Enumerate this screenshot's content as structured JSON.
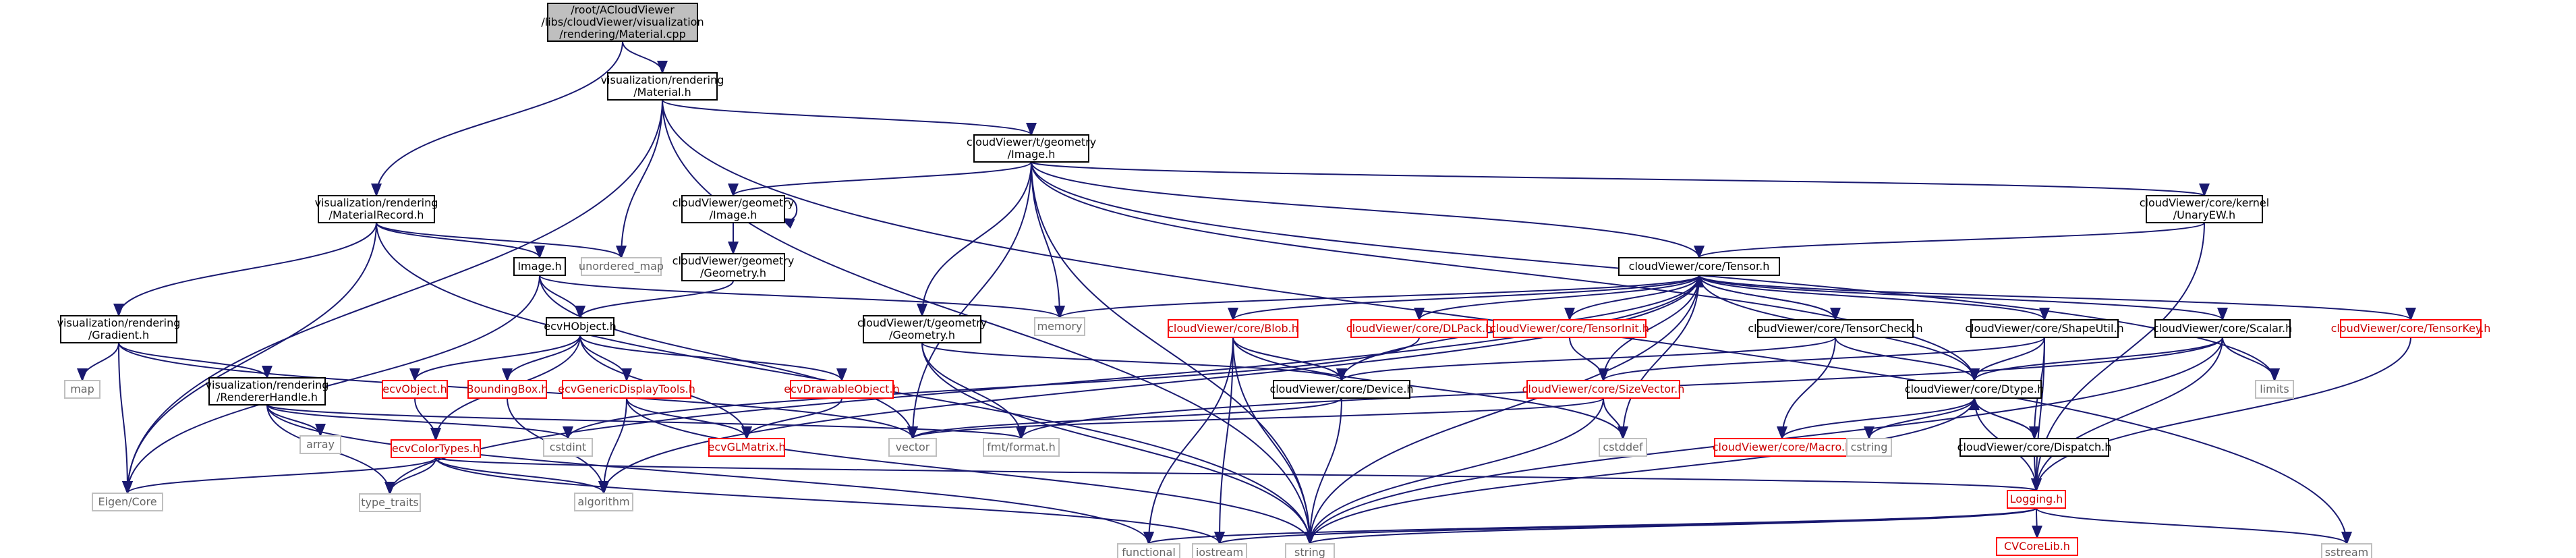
{
  "colors": {
    "edge": "#191970",
    "node_border_normal": "#000000",
    "node_border_missing": "#bfbfbf",
    "node_border_truncated": "#ff0000",
    "node_fill_root": "#bfbfbf",
    "node_fill": "#ffffff",
    "text_normal": "#000000",
    "text_missing": "#666666",
    "text_truncated": "#cc0000"
  },
  "nodes": [
    {
      "id": "root",
      "lines": [
        "/root/ACloudViewer",
        "/libs/cloudViewer/visualization",
        "/rendering/Material.cpp"
      ],
      "style": "root"
    },
    {
      "id": "material_h",
      "lines": [
        "visualization/rendering",
        "/Material.h"
      ],
      "style": "normal"
    },
    {
      "id": "materialrecord_h",
      "lines": [
        "visualization/rendering",
        "/MaterialRecord.h"
      ],
      "style": "normal"
    },
    {
      "id": "tgeom_image_h",
      "lines": [
        "cloudViewer/t/geometry",
        "/Image.h"
      ],
      "style": "normal"
    },
    {
      "id": "geom_image_h",
      "lines": [
        "cloudViewer/geometry",
        "/Image.h"
      ],
      "style": "normal"
    },
    {
      "id": "geom_geometry_h",
      "lines": [
        "cloudViewer/geometry",
        "/Geometry.h"
      ],
      "style": "normal"
    },
    {
      "id": "image_h",
      "lines": [
        "Image.h"
      ],
      "style": "normal"
    },
    {
      "id": "unordered_map",
      "lines": [
        "unordered_map"
      ],
      "style": "missing"
    },
    {
      "id": "memory",
      "lines": [
        "memory"
      ],
      "style": "missing"
    },
    {
      "id": "tensor_h",
      "lines": [
        "cloudViewer/core/Tensor.h"
      ],
      "style": "normal"
    },
    {
      "id": "unaryew_h",
      "lines": [
        "cloudViewer/core/kernel",
        "/UnaryEW.h"
      ],
      "style": "normal"
    },
    {
      "id": "gradient_h",
      "lines": [
        "visualization/rendering",
        "/Gradient.h"
      ],
      "style": "normal"
    },
    {
      "id": "renderhandle_h",
      "lines": [
        "visualization/rendering",
        "/RendererHandle.h"
      ],
      "style": "normal"
    },
    {
      "id": "map",
      "lines": [
        "map"
      ],
      "style": "missing"
    },
    {
      "id": "array",
      "lines": [
        "array"
      ],
      "style": "missing"
    },
    {
      "id": "ecvhobject_h",
      "lines": [
        "ecvHObject.h"
      ],
      "style": "normal"
    },
    {
      "id": "tgeom_geometry_h",
      "lines": [
        "cloudViewer/t/geometry",
        "/Geometry.h"
      ],
      "style": "normal"
    },
    {
      "id": "ecvobject_h",
      "lines": [
        "ecvObject.h"
      ],
      "style": "truncated"
    },
    {
      "id": "boundingbox_h",
      "lines": [
        "BoundingBox.h"
      ],
      "style": "truncated"
    },
    {
      "id": "ecvgenericdisplaytools_h",
      "lines": [
        "ecvGenericDisplayTools.h"
      ],
      "style": "truncated"
    },
    {
      "id": "ecvdrawableobject_h",
      "lines": [
        "ecvDrawableObject.h"
      ],
      "style": "truncated"
    },
    {
      "id": "ecvcolortypes_h",
      "lines": [
        "ecvColorTypes.h"
      ],
      "style": "truncated"
    },
    {
      "id": "ecvglmatrix_h",
      "lines": [
        "ecvGLMatrix.h"
      ],
      "style": "truncated"
    },
    {
      "id": "cstdint",
      "lines": [
        "cstdint"
      ],
      "style": "missing"
    },
    {
      "id": "vector",
      "lines": [
        "vector"
      ],
      "style": "missing"
    },
    {
      "id": "fmt_format_h",
      "lines": [
        "fmt/format.h"
      ],
      "style": "missing"
    },
    {
      "id": "type_traits",
      "lines": [
        "type_traits"
      ],
      "style": "missing"
    },
    {
      "id": "algorithm",
      "lines": [
        "algorithm"
      ],
      "style": "missing"
    },
    {
      "id": "eigen_core",
      "lines": [
        "Eigen/Core"
      ],
      "style": "missing"
    },
    {
      "id": "functional",
      "lines": [
        "functional"
      ],
      "style": "missing"
    },
    {
      "id": "iostream",
      "lines": [
        "iostream"
      ],
      "style": "missing"
    },
    {
      "id": "string",
      "lines": [
        "string"
      ],
      "style": "missing"
    },
    {
      "id": "blob_h",
      "lines": [
        "cloudViewer/core/Blob.h"
      ],
      "style": "truncated"
    },
    {
      "id": "dlpack_h",
      "lines": [
        "cloudViewer/core/DLPack.h"
      ],
      "style": "truncated"
    },
    {
      "id": "tensorinit_h",
      "lines": [
        "cloudViewer/core/TensorInit.h"
      ],
      "style": "truncated"
    },
    {
      "id": "device_h",
      "lines": [
        "cloudViewer/core/Device.h"
      ],
      "style": "normal"
    },
    {
      "id": "tensorcheck_h",
      "lines": [
        "cloudViewer/core/TensorCheck.h"
      ],
      "style": "normal"
    },
    {
      "id": "shapeutil_h",
      "lines": [
        "cloudViewer/core/ShapeUtil.h"
      ],
      "style": "normal"
    },
    {
      "id": "scalar_h",
      "lines": [
        "cloudViewer/core/Scalar.h"
      ],
      "style": "normal"
    },
    {
      "id": "tensorkey_h",
      "lines": [
        "cloudViewer/core/TensorKey.h"
      ],
      "style": "truncated"
    },
    {
      "id": "sizevector_h",
      "lines": [
        "cloudViewer/core/SizeVector.h"
      ],
      "style": "truncated"
    },
    {
      "id": "dtype_h",
      "lines": [
        "cloudViewer/core/Dtype.h"
      ],
      "style": "normal"
    },
    {
      "id": "limits",
      "lines": [
        "limits"
      ],
      "style": "missing"
    },
    {
      "id": "cstddef",
      "lines": [
        "cstddef"
      ],
      "style": "missing"
    },
    {
      "id": "macro_h",
      "lines": [
        "cloudViewer/core/Macro.h"
      ],
      "style": "truncated"
    },
    {
      "id": "cstring",
      "lines": [
        "cstring"
      ],
      "style": "missing"
    },
    {
      "id": "dispatch_h",
      "lines": [
        "cloudViewer/core/Dispatch.h"
      ],
      "style": "normal"
    },
    {
      "id": "logging_h",
      "lines": [
        "Logging.h"
      ],
      "style": "truncated"
    },
    {
      "id": "sstream",
      "lines": [
        "sstream"
      ],
      "style": "missing"
    },
    {
      "id": "cvcorelib_h",
      "lines": [
        "CVCoreLib.h"
      ],
      "style": "truncated"
    }
  ],
  "edges": [
    [
      "root",
      "material_h"
    ],
    [
      "root",
      "materialrecord_h"
    ],
    [
      "material_h",
      "tgeom_image_h"
    ],
    [
      "material_h",
      "unordered_map"
    ],
    [
      "material_h",
      "eigen_core"
    ],
    [
      "material_h",
      "string"
    ],
    [
      "material_h",
      "sstream"
    ],
    [
      "materialrecord_h",
      "image_h"
    ],
    [
      "materialrecord_h",
      "gradient_h"
    ],
    [
      "materialrecord_h",
      "unordered_map"
    ],
    [
      "materialrecord_h",
      "eigen_core"
    ],
    [
      "materialrecord_h",
      "string"
    ],
    [
      "tgeom_image_h",
      "geom_image_h"
    ],
    [
      "tgeom_image_h",
      "tensor_h"
    ],
    [
      "tgeom_image_h",
      "unaryew_h"
    ],
    [
      "tgeom_image_h",
      "tgeom_geometry_h"
    ],
    [
      "tgeom_image_h",
      "memory"
    ],
    [
      "tgeom_image_h",
      "vector"
    ],
    [
      "tgeom_image_h",
      "string"
    ],
    [
      "tgeom_image_h",
      "limits"
    ],
    [
      "tgeom_image_h",
      "dtype_h"
    ],
    [
      "geom_image_h",
      "geom_image_h"
    ],
    [
      "geom_image_h",
      "geom_geometry_h"
    ],
    [
      "geom_geometry_h",
      "ecvhobject_h"
    ],
    [
      "unaryew_h",
      "tensor_h"
    ],
    [
      "unaryew_h",
      "logging_h"
    ],
    [
      "image_h",
      "ecvhobject_h"
    ],
    [
      "image_h",
      "memory"
    ],
    [
      "image_h",
      "eigen_core"
    ],
    [
      "image_h",
      "vector"
    ],
    [
      "gradient_h",
      "renderhandle_h"
    ],
    [
      "gradient_h",
      "map"
    ],
    [
      "gradient_h",
      "eigen_core"
    ],
    [
      "gradient_h",
      "vector"
    ],
    [
      "renderhandle_h",
      "array"
    ],
    [
      "renderhandle_h",
      "cstdint"
    ],
    [
      "renderhandle_h",
      "type_traits"
    ],
    [
      "renderhandle_h",
      "functional"
    ],
    [
      "renderhandle_h",
      "fmt_format_h"
    ],
    [
      "ecvhobject_h",
      "ecvobject_h"
    ],
    [
      "ecvhobject_h",
      "boundingbox_h"
    ],
    [
      "ecvhobject_h",
      "ecvgenericdisplaytools_h"
    ],
    [
      "ecvhobject_h",
      "ecvdrawableobject_h"
    ],
    [
      "ecvhobject_h",
      "ecvcolortypes_h"
    ],
    [
      "ecvhobject_h",
      "ecvglmatrix_h"
    ],
    [
      "ecvobject_h",
      "ecvcolortypes_h"
    ],
    [
      "boundingbox_h",
      "algorithm"
    ],
    [
      "ecvgenericdisplaytools_h",
      "ecvglmatrix_h"
    ],
    [
      "ecvgenericdisplaytools_h",
      "algorithm"
    ],
    [
      "ecvgenericdisplaytools_h",
      "string"
    ],
    [
      "ecvdrawableobject_h",
      "ecvglmatrix_h"
    ],
    [
      "ecvcolortypes_h",
      "eigen_core"
    ],
    [
      "ecvcolortypes_h",
      "type_traits"
    ],
    [
      "ecvcolortypes_h",
      "algorithm"
    ],
    [
      "ecvcolortypes_h",
      "logging_h"
    ],
    [
      "ecvcolortypes_h",
      "iostream"
    ],
    [
      "tgeom_geometry_h",
      "device_h"
    ],
    [
      "tgeom_geometry_h",
      "fmt_format_h"
    ],
    [
      "tgeom_geometry_h",
      "string"
    ],
    [
      "tensor_h",
      "blob_h"
    ],
    [
      "tensor_h",
      "dlpack_h"
    ],
    [
      "tensor_h",
      "tensorinit_h"
    ],
    [
      "tensor_h",
      "device_h"
    ],
    [
      "tensor_h",
      "tensorcheck_h"
    ],
    [
      "tensor_h",
      "shapeutil_h"
    ],
    [
      "tensor_h",
      "scalar_h"
    ],
    [
      "tensor_h",
      "tensorkey_h"
    ],
    [
      "tensor_h",
      "sizevector_h"
    ],
    [
      "tensor_h",
      "dtype_h"
    ],
    [
      "tensor_h",
      "memory"
    ],
    [
      "tensor_h",
      "algorithm"
    ],
    [
      "tensor_h",
      "type_traits"
    ],
    [
      "tensor_h",
      "cstddef"
    ],
    [
      "tensor_h",
      "string"
    ],
    [
      "blob_h",
      "device_h"
    ],
    [
      "blob_h",
      "functional"
    ],
    [
      "blob_h",
      "iostream"
    ],
    [
      "blob_h",
      "string"
    ],
    [
      "blob_h",
      "cstddef"
    ],
    [
      "dlpack_h",
      "cstdint"
    ],
    [
      "tensorinit_h",
      "sizevector_h"
    ],
    [
      "device_h",
      "vector"
    ],
    [
      "device_h",
      "string"
    ],
    [
      "tensorcheck_h",
      "device_h"
    ],
    [
      "tensorcheck_h",
      "dtype_h"
    ],
    [
      "tensorcheck_h",
      "macro_h"
    ],
    [
      "tensorcheck_h",
      "tensor_h"
    ],
    [
      "shapeutil_h",
      "sizevector_h"
    ],
    [
      "shapeutil_h",
      "dtype_h"
    ],
    [
      "shapeutil_h",
      "dispatch_h"
    ],
    [
      "shapeutil_h",
      "logging_h"
    ],
    [
      "scalar_h",
      "dtype_h"
    ],
    [
      "scalar_h",
      "limits"
    ],
    [
      "scalar_h",
      "logging_h"
    ],
    [
      "scalar_h",
      "string"
    ],
    [
      "scalar_h",
      "fmt_format_h"
    ],
    [
      "tensorkey_h",
      "logging_h"
    ],
    [
      "sizevector_h",
      "cstddef"
    ],
    [
      "sizevector_h",
      "string"
    ],
    [
      "sizevector_h",
      "vector"
    ],
    [
      "dtype_h",
      "macro_h"
    ],
    [
      "dtype_h",
      "cstring"
    ],
    [
      "dtype_h",
      "string"
    ],
    [
      "dtype_h",
      "dispatch_h"
    ],
    [
      "dtype_h",
      "logging_h"
    ],
    [
      "dispatch_h",
      "dtype_h"
    ],
    [
      "dispatch_h",
      "logging_h"
    ],
    [
      "logging_h",
      "cvcorelib_h"
    ],
    [
      "logging_h",
      "functional"
    ],
    [
      "logging_h",
      "iostream"
    ],
    [
      "logging_h",
      "sstream"
    ],
    [
      "logging_h",
      "string"
    ]
  ]
}
